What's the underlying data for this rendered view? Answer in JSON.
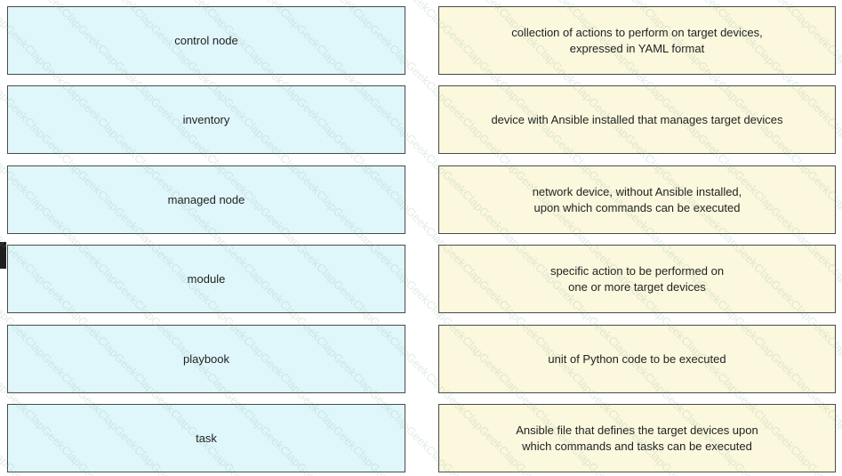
{
  "terms": [
    {
      "label": "control node"
    },
    {
      "label": "inventory"
    },
    {
      "label": "managed node"
    },
    {
      "label": "module"
    },
    {
      "label": "playbook"
    },
    {
      "label": "task"
    }
  ],
  "definitions": [
    {
      "text": "collection of actions to perform on target devices,\nexpressed in YAML format"
    },
    {
      "text": "device with Ansible installed that manages target devices"
    },
    {
      "text": "network device, without Ansible installed,\nupon which commands can be executed"
    },
    {
      "text": "specific action to be performed on\none or more target devices"
    },
    {
      "text": "unit of Python code to be executed"
    },
    {
      "text": "Ansible file that defines the target devices upon\nwhich commands and tasks can be executed"
    }
  ],
  "watermark": {
    "text": "ClapGeek"
  },
  "colors": {
    "term_bg": "#dff7fb",
    "definition_bg": "#fbf8de",
    "border": "#4a4a4a",
    "watermark": "#7fa88a"
  }
}
